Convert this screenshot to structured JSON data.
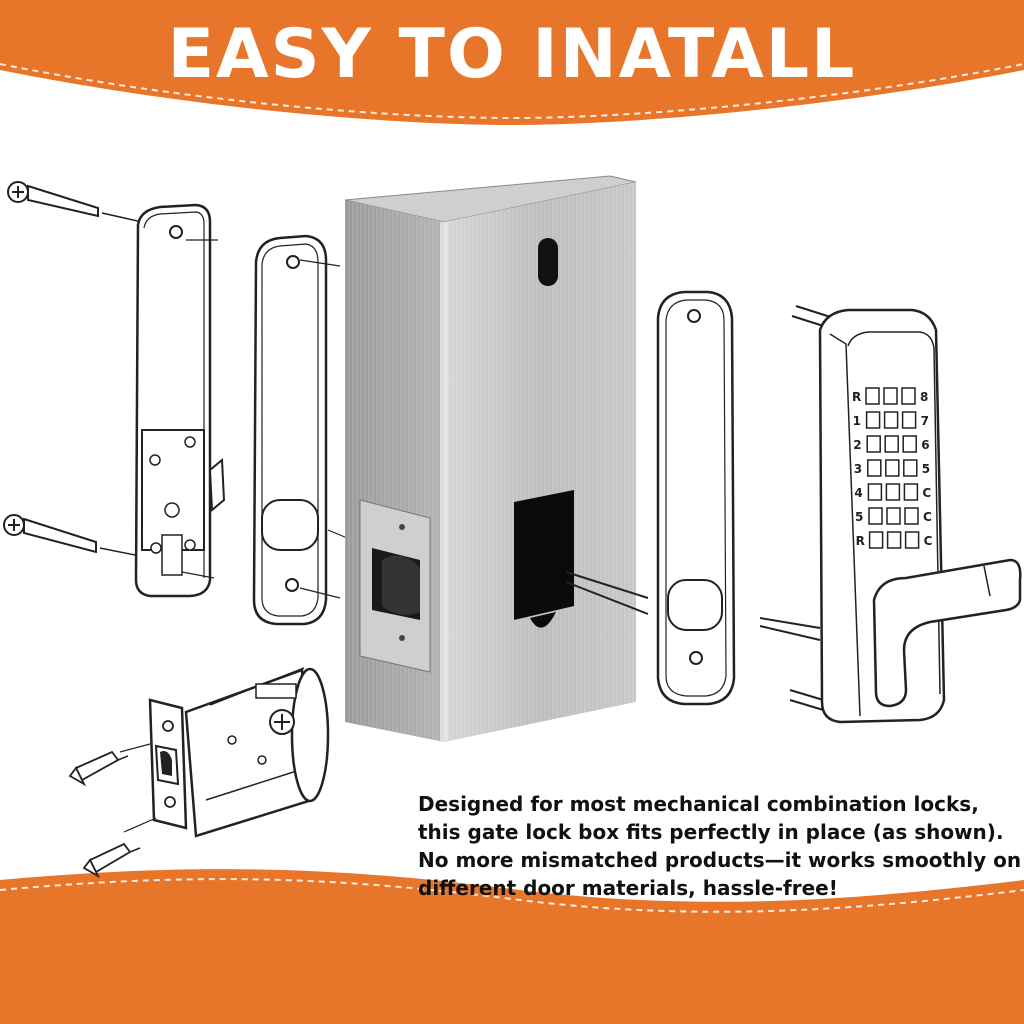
{
  "header": {
    "title": "EASY TO INATALL",
    "background": "#E8762A"
  },
  "caption": {
    "lines": [
      "Designed for most mechanical combination locks,",
      "this gate lock box fits perfectly in place (as shown).",
      "No more mismatched products—it works smoothly on",
      "different door materials, hassle-free!"
    ]
  },
  "keypad": {
    "left_column": [
      "R",
      "1",
      "2",
      "3",
      "4",
      "5",
      "R"
    ],
    "right_column": [
      "8",
      "7",
      "6",
      "5",
      "C",
      "C",
      "C"
    ]
  },
  "colors": {
    "accent": "#E8762A",
    "metal": "#BDBDBD",
    "line_art": "#222222"
  }
}
